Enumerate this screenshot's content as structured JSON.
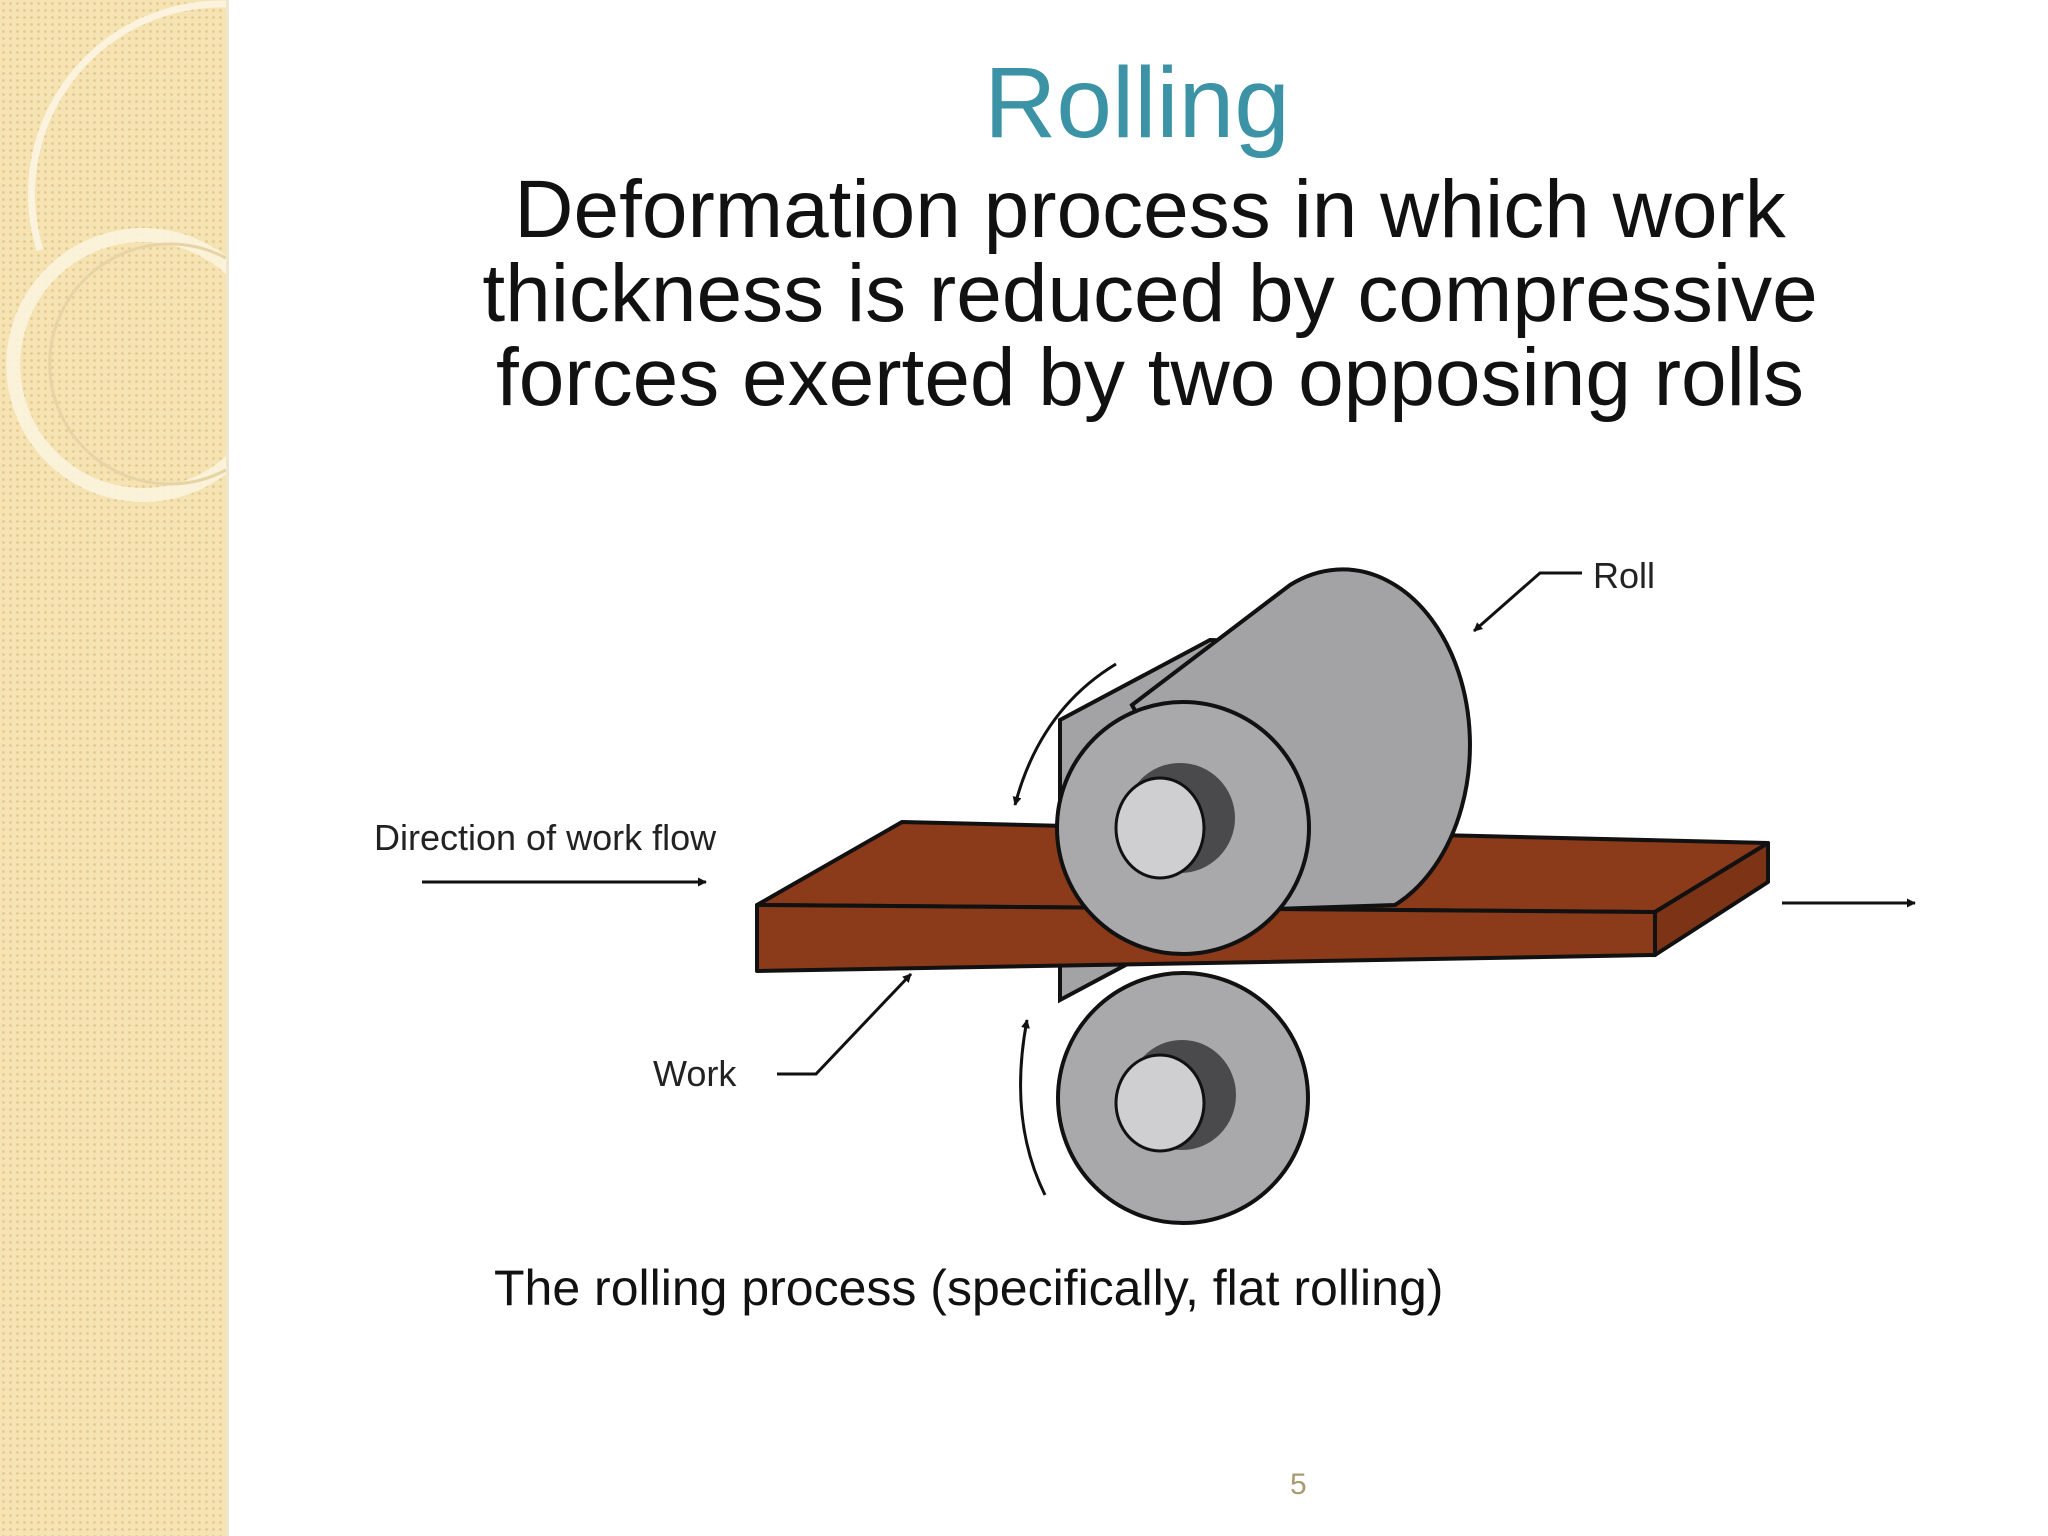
{
  "slide": {
    "title": "Rolling",
    "body": "Deformation process in which work thickness is reduced by compressive forces exerted by two opposing rolls",
    "caption": "The rolling process (specifically, flat rolling)",
    "page_number": "5"
  },
  "diagram": {
    "labels": {
      "roll": "Roll",
      "direction": "Direction of work flow",
      "work": "Work"
    },
    "colors": {
      "work": "#8b3a1a",
      "roll": "#a3a3a6",
      "roll_face": "#a9a9ac",
      "shaft": "#cfcfd2",
      "accent": "#3b93a5",
      "side_panel": "#f6e3b4"
    }
  }
}
